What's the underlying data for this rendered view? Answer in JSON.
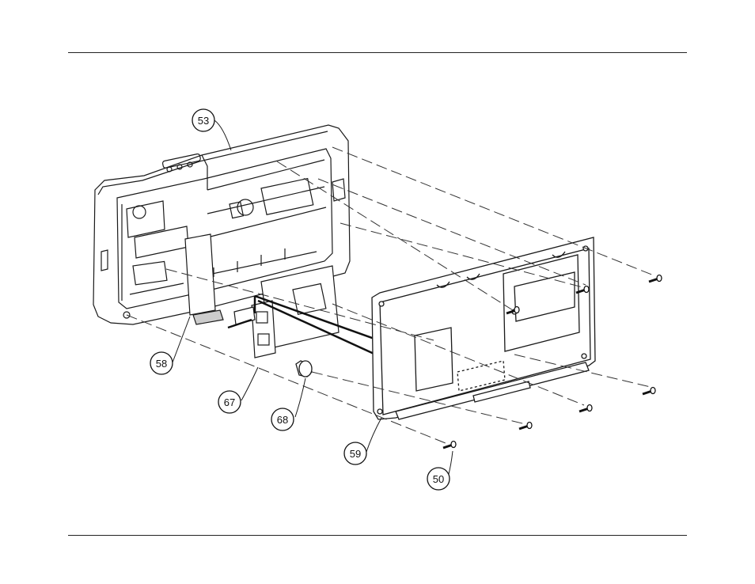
{
  "diagram": {
    "callouts": [
      {
        "id": "53",
        "label": "53"
      },
      {
        "id": "58",
        "label": "58"
      },
      {
        "id": "67",
        "label": "67"
      },
      {
        "id": "68",
        "label": "68"
      },
      {
        "id": "59",
        "label": "59"
      },
      {
        "id": "50",
        "label": "50"
      }
    ],
    "colors": {
      "line": "#1a1a1a",
      "panel": "#ffffff",
      "shade": "#d9d9d9"
    }
  }
}
